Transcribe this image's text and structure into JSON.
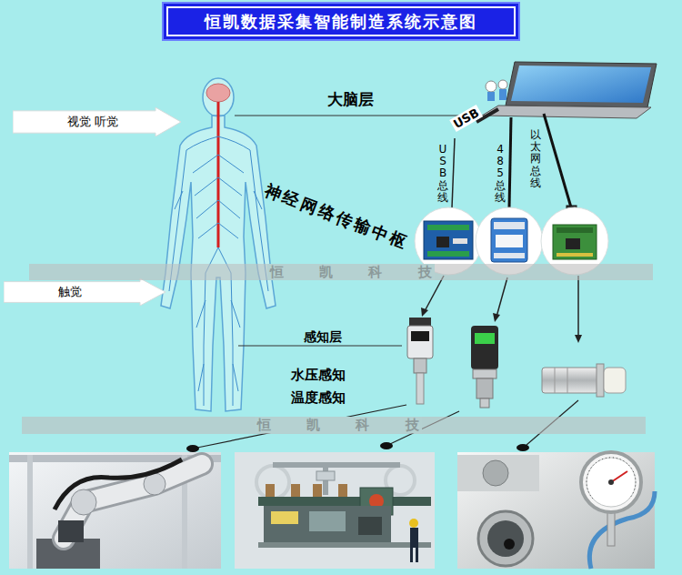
{
  "diagram": {
    "title": "恒凯数据采集智能制造系统示意图",
    "nodes": [
      {
        "text": [
          "恒凯数据采集智能制造系统示意图"
        ]
      },
      {
        "text": [
          "视觉 听觉"
        ]
      },
      {
        "text": [
          "触觉"
        ]
      },
      {
        "text": [
          "恒 凯 科 技"
        ]
      },
      {
        "text": [
          "恒 凯 科 技"
        ]
      }
    ],
    "labels": [
      "大脑层",
      "USB",
      "USB总线",
      "485总线",
      "以太网总线",
      "神经网络传输中枢",
      "感知层",
      "水压感知",
      "温度感知"
    ]
  }
}
